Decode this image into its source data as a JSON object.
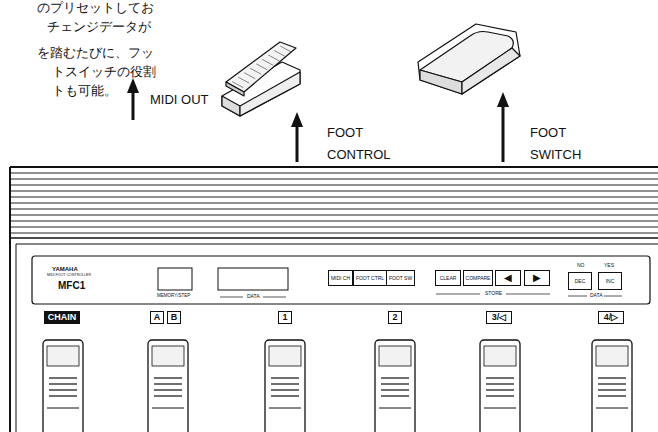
{
  "diagram": {
    "nodes": [
      {
        "text": [
          "MIDI CH"
        ]
      },
      {
        "text": [
          "FOOT CTRL"
        ]
      },
      {
        "text": [
          "FOOT SW"
        ]
      },
      {
        "text": [
          "CLEAR"
        ]
      },
      {
        "text": [
          "COMPARE"
        ]
      },
      {
        "text": [
          "◀"
        ]
      },
      {
        "text": [
          "▶"
        ]
      },
      {
        "text": [
          "DEC"
        ]
      },
      {
        "text": [
          "INC"
        ]
      },
      {
        "text": [
          "CHAIN"
        ]
      },
      {
        "text": [
          "A"
        ]
      },
      {
        "text": [
          "B"
        ]
      },
      {
        "text": [
          "1"
        ]
      },
      {
        "text": [
          "2"
        ]
      },
      {
        "text": [
          "3/◁"
        ]
      },
      {
        "text": [
          "4/▷"
        ]
      }
    ],
    "labels": [
      "のプリセットしてお",
      "チェンジデータが",
      "を踏むたびに、フッ",
      "トスイッチの役割",
      "トも可能。",
      "MIDI OUT",
      "FOOT CONTROL",
      "FOOT SWITCH",
      "YAMAHA",
      "MIDI FOOT CONTROLLER",
      "MFC1",
      "MEMORY/STEP",
      "DATA",
      "STORE",
      "NO",
      "YES",
      "DATA"
    ]
  }
}
